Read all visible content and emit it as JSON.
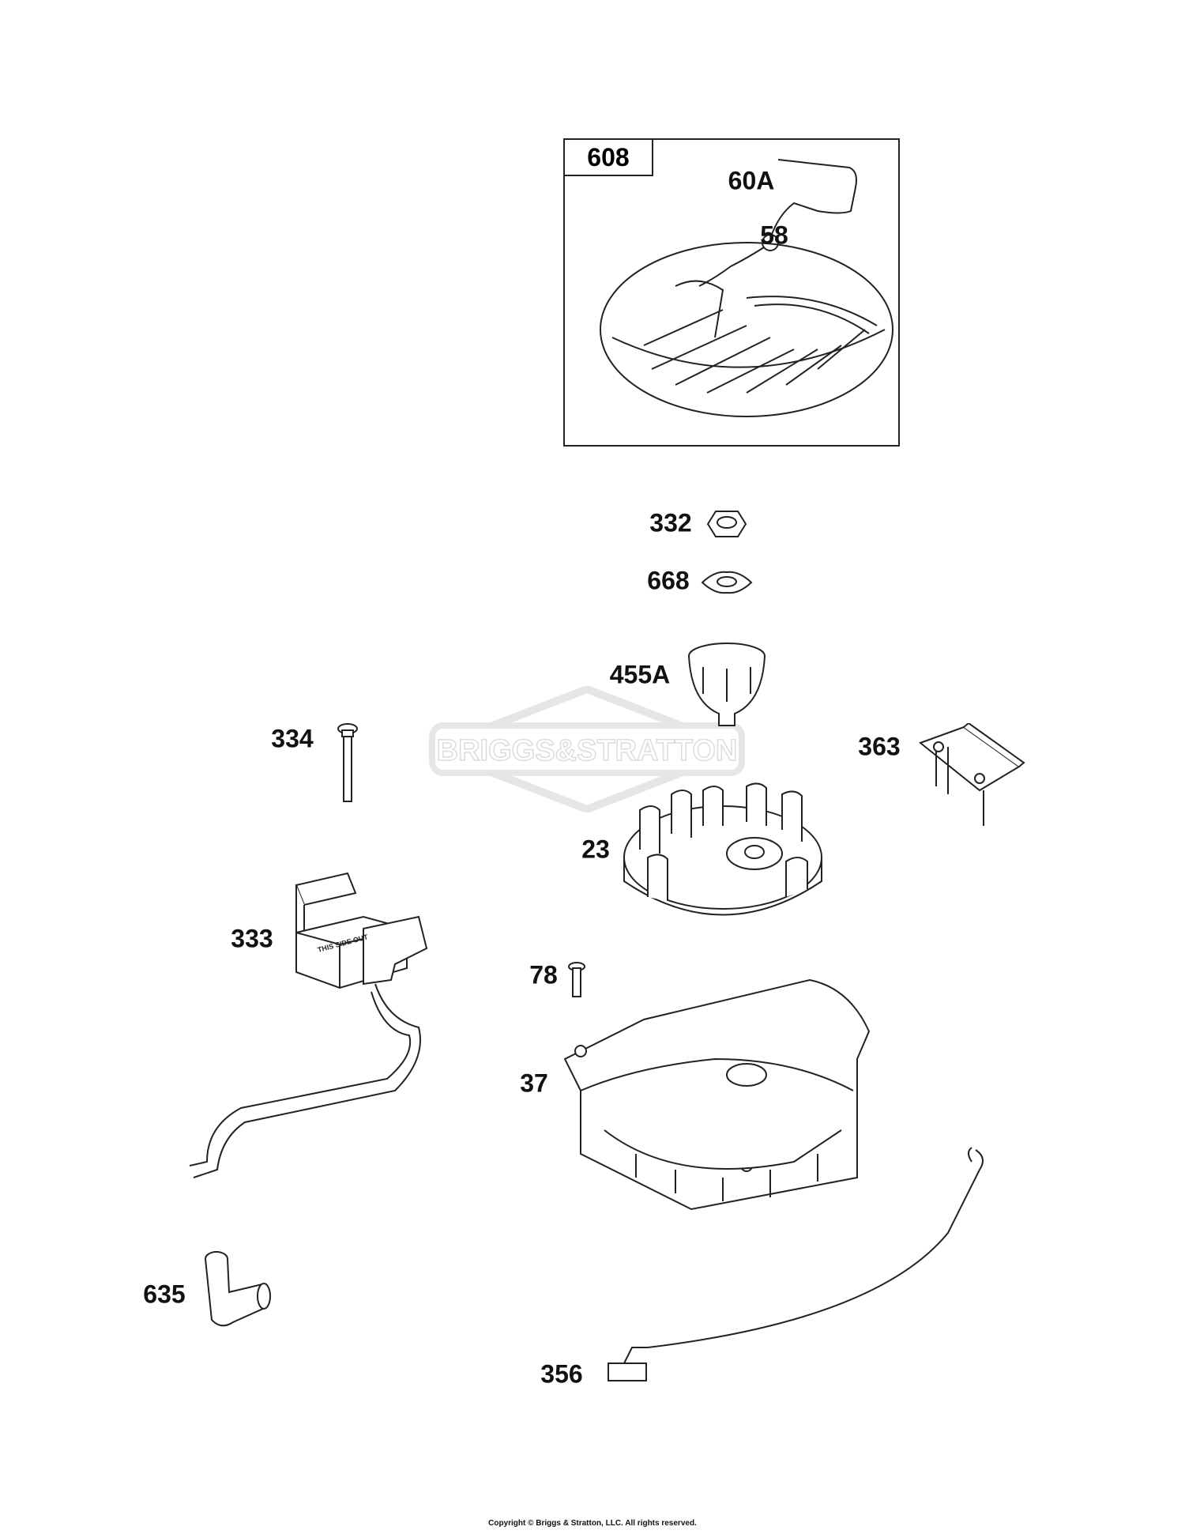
{
  "watermark": "BRIGGS&STRATTON",
  "kit": {
    "label": "608"
  },
  "callouts": {
    "c60A": "60A",
    "c58": "58",
    "c332": "332",
    "c668": "668",
    "c455A": "455A",
    "c334": "334",
    "c363": "363",
    "c23": "23",
    "c333": "333",
    "c78": "78",
    "c37": "37",
    "c635": "635",
    "c356": "356"
  },
  "coil_marking": "THIS SIDE OUT",
  "copyright": "Copyright © Briggs & Stratton, LLC. All rights reserved."
}
